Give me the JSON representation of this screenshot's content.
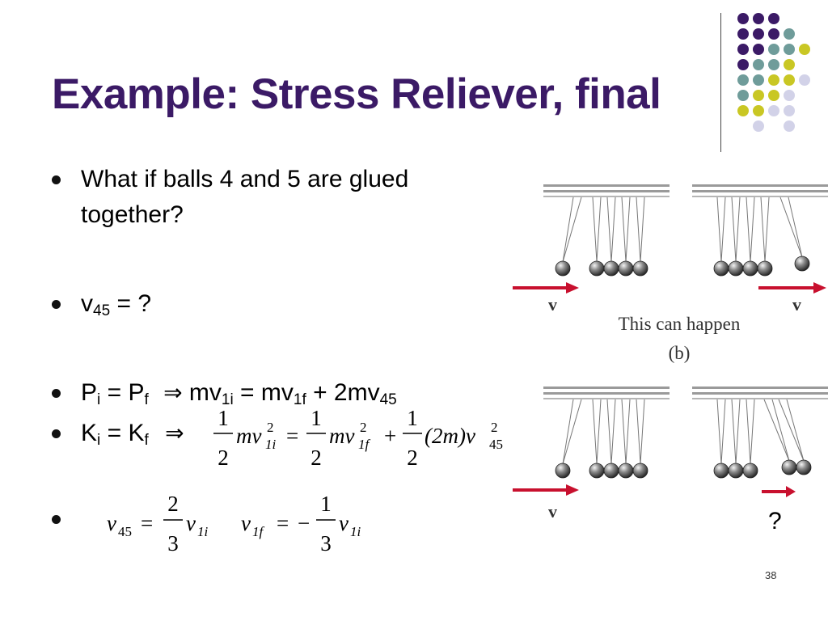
{
  "title": "Example: Stress Reliever, final",
  "bullets": {
    "b1_line1": "What if balls 4 and 5 are glued",
    "b1_line2": "together?",
    "b2_v": "v",
    "b2_sub": "45",
    "b2_rest": " = ?",
    "b3": {
      "p": "P",
      "i": "i",
      "eq": " = ",
      "p2": "P",
      "f": "f",
      "arrow": "⇒",
      "mv": " mv",
      "sub1i": "1i",
      "eq2": " = mv",
      "sub1f": "1f",
      "plus": " + 2mv",
      "sub45": "45"
    },
    "b4": {
      "k": "K",
      "i": "i",
      "eq": " = ",
      "k2": "K",
      "f": "f",
      "arrow": "⇒"
    }
  },
  "equations": {
    "kinetic": {
      "half_num": "1",
      "half_den": "2",
      "mv": "mv",
      "sq": "2",
      "s1i": "1i",
      "s1f": "1f",
      "eq": "=",
      "plus": "+",
      "mass": "(2m)v",
      "s45": "45"
    },
    "result": {
      "v": "v",
      "s45": "45",
      "eq": "=",
      "two": "2",
      "three": "3",
      "s1i": "1i",
      "s1f": "1f",
      "neg": "−",
      "one": "1"
    }
  },
  "figure": {
    "vector_label": "v",
    "caption": "This can happen",
    "sublabel": "(b)"
  },
  "question_mark": "?",
  "page_number": "38",
  "colors": {
    "title": "#3b1a66",
    "dot_purple": "#3b1a66",
    "dot_teal": "#6f9c9a",
    "dot_yellow": "#c9c724",
    "dot_lavender": "#d2d2e8",
    "arrow_red": "#c8102e"
  }
}
